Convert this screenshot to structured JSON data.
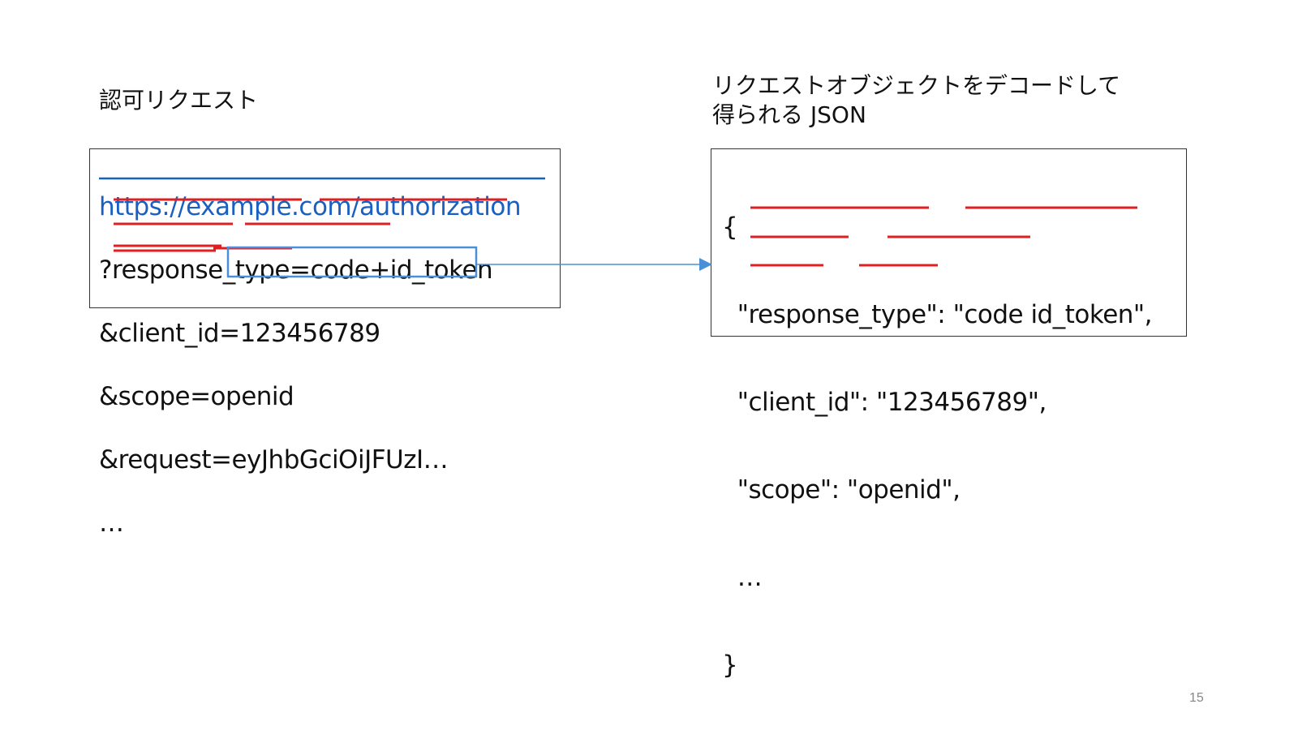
{
  "left_title": "認可リクエスト",
  "right_title": [
    "リクエストオブジェクトをデコードして",
    "得られる JSON"
  ],
  "request": {
    "url": "https://example.com/authorization",
    "lines": [
      "?response_type=code+id_token",
      "&client_id=123456789",
      "&scope=openid",
      "&request=eyJhbGciOiJFUzI…",
      "…"
    ]
  },
  "json": {
    "lines": [
      "{",
      "  \"response_type\": \"code id_token\",",
      "  \"client_id\": \"123456789\",",
      "  \"scope\": \"openid\",",
      "  …",
      "}"
    ]
  },
  "colors": {
    "underline": "#e02020",
    "highlight": "#4a90d9",
    "arrow": "#4a90d9",
    "url": "#1a5fc2"
  },
  "page_number": "15"
}
